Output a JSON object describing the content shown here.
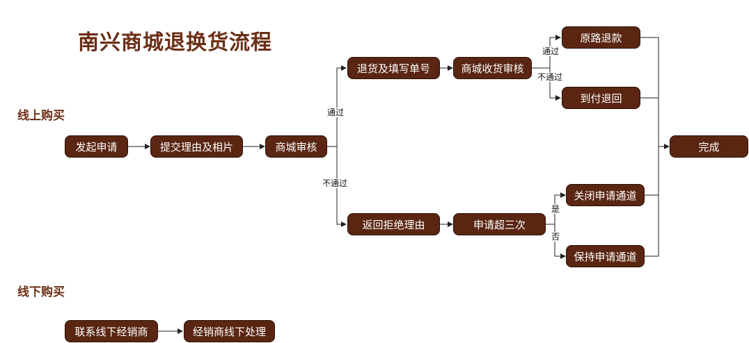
{
  "title": "南兴商城退换货流程",
  "sections": {
    "online": "线上购买",
    "offline": "线下购买"
  },
  "nodes": {
    "start": "发起申请",
    "submit": "提交理由及相片",
    "review": "商城审核",
    "return_fill": "退货及填写单号",
    "receive_review": "商城收货审核",
    "refund": "原路退款",
    "cod_return": "到付退回",
    "done": "完成",
    "reject": "返回拒绝理由",
    "over_three": "申请超三次",
    "close_channel": "关闭申请通道",
    "keep_channel": "保持申请通道",
    "contact_dealer": "联系线下经销商",
    "dealer_handle": "经销商线下处理"
  },
  "edge_labels": {
    "review_pass": "通过",
    "review_fail": "不通过",
    "receive_pass": "通过",
    "receive_fail": "不通过",
    "yes": "是",
    "no": "否"
  },
  "colors": {
    "node_fill": "#5a2612",
    "node_text": "#ffffff",
    "title": "#6b2f16",
    "line": "#222222"
  }
}
